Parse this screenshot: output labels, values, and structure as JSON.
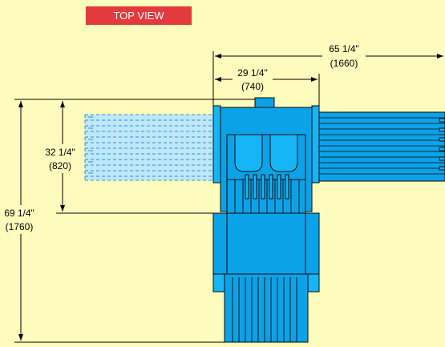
{
  "view_label": "TOP VIEW",
  "dimensions": {
    "overall_width": {
      "imperial": "65 1/4\"",
      "metric": "(1660)"
    },
    "body_width": {
      "imperial": "29 1/4\"",
      "metric": "(740)"
    },
    "upper_depth": {
      "imperial": "32 1/4\"",
      "metric": "(820)"
    },
    "overall_depth": {
      "imperial": "69 1/4\"",
      "metric": "(1760)"
    }
  },
  "colors": {
    "background": "#FEFCBD",
    "machine_blue": "#0CA2E8",
    "machine_blue_light": "#16B6F6",
    "outline": "#0A0A0A",
    "dashed_fill": "#BFE8FB",
    "dashed_stroke": "#2B8FD8",
    "label_bg": "#E33A3E",
    "label_text": "#FFFFFF",
    "dim_line": "#000000"
  }
}
